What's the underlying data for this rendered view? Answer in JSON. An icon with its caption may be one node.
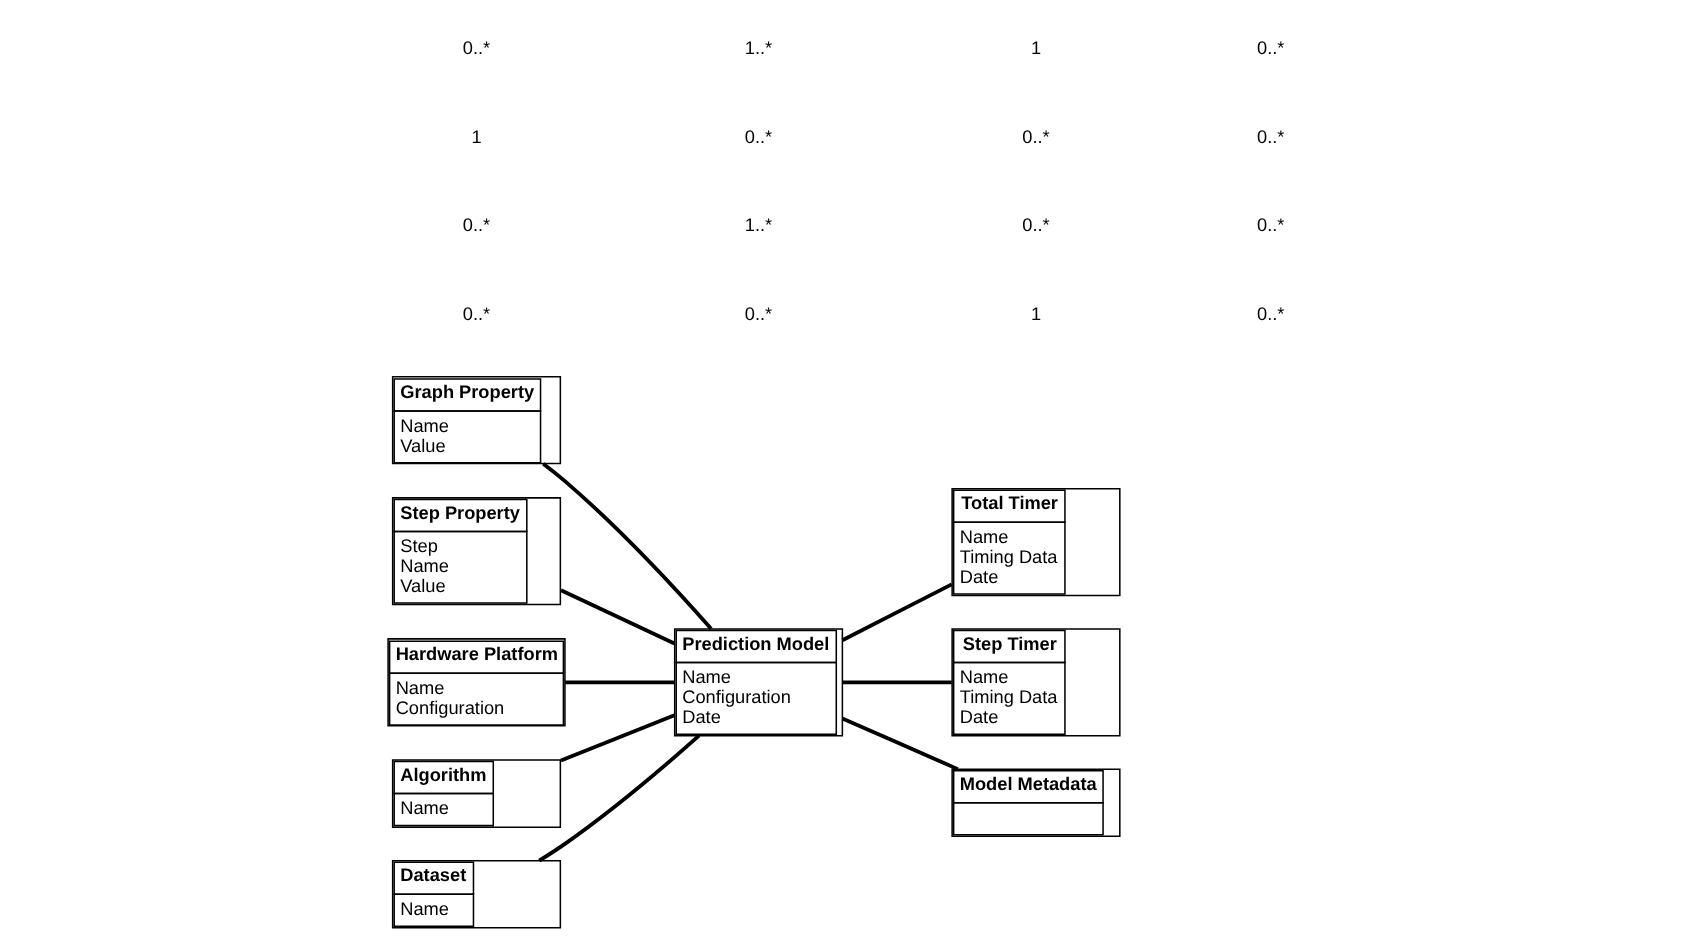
{
  "diagram": {
    "nodes": [
      {
        "text": [
          "Graph Property",
          "Name",
          "Value"
        ]
      },
      {
        "text": [
          "Step Property",
          "Step",
          "Name",
          "Value"
        ]
      },
      {
        "text": [
          "Hardware Platform",
          "Name",
          "Configuration"
        ]
      },
      {
        "text": [
          "Total Timer",
          "Name",
          "Timing Data",
          "Date"
        ]
      },
      {
        "text": [
          "Prediction Model",
          "Name",
          "Configuration",
          "Date"
        ]
      },
      {
        "text": [
          "Algorithm",
          "Name"
        ]
      },
      {
        "text": [
          "Step Timer",
          "Name",
          "Timing Data",
          "Date"
        ]
      },
      {
        "text": [
          "Dataset",
          "Name"
        ]
      },
      {
        "text": [
          "Model Metadata"
        ]
      }
    ],
    "edges": [
      {
        "from": 0,
        "to": 4,
        "arrow": "none"
      },
      {
        "from": 1,
        "to": 4,
        "arrow": "none"
      },
      {
        "from": 2,
        "to": 4,
        "arrow": "none"
      },
      {
        "from": 5,
        "to": 4,
        "arrow": "none"
      },
      {
        "from": 7,
        "to": 4,
        "arrow": "none"
      },
      {
        "from": 4,
        "to": 3,
        "arrow": "none"
      },
      {
        "from": 4,
        "to": 6,
        "arrow": "none"
      },
      {
        "from": 4,
        "to": 8,
        "arrow": "none"
      }
    ],
    "labels": [
      "0..*",
      "0..*",
      "1",
      "0..*",
      "0..*",
      "1..*",
      "0..*",
      "0..*",
      "1",
      "0..*",
      "0..*",
      "0..*",
      "0..*",
      "1..*",
      "1",
      "0..*"
    ]
  }
}
